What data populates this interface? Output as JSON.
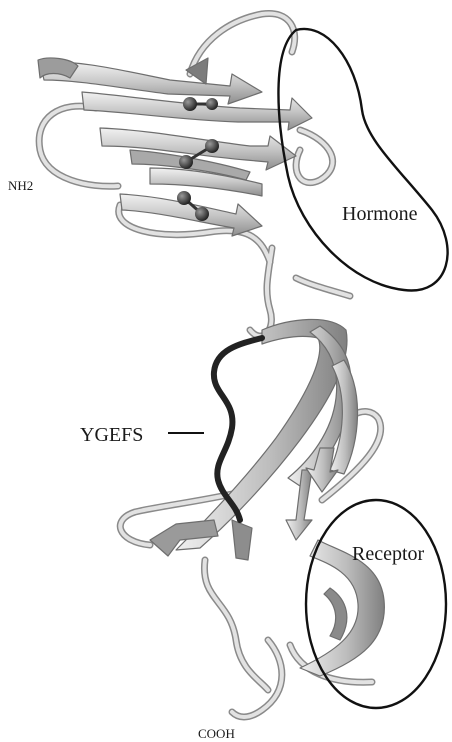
{
  "labels": {
    "nh2": "NH2",
    "hormone": "Hormone",
    "ygefs": "YGEFS",
    "receptor": "Receptor",
    "cooh": "COOH"
  },
  "colors": {
    "ribbon_fill": "#c9c9c9",
    "ribbon_light": "#ececec",
    "ribbon_dark": "#7a7a7a",
    "tube": "#d8d8d8",
    "tube_edge": "#8c8c8c",
    "ygefs_loop": "#222222",
    "outline": "#111111",
    "disulfide": "#333333"
  }
}
